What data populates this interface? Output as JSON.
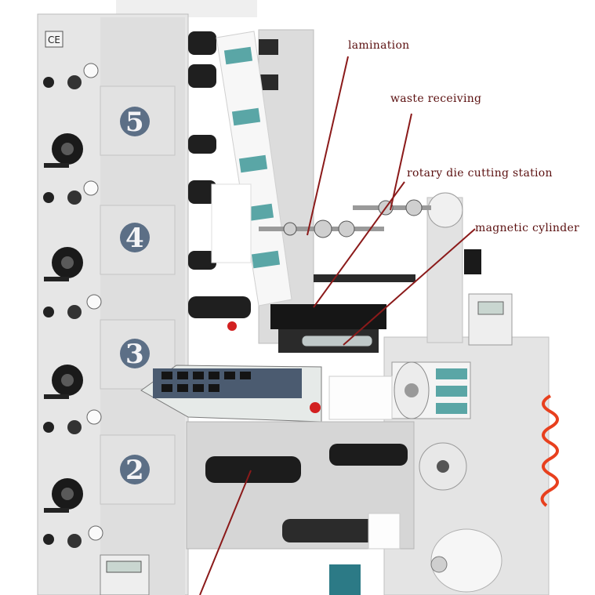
{
  "annotations": {
    "lamination": "lamination",
    "waste_receiving": "waste receiving",
    "rotary_die_cutting_station": "rotary die cutting station",
    "magnetic_cylinder": "magnetic cylinder"
  },
  "units": [
    "5",
    "4",
    "3",
    "2"
  ],
  "ce_mark": "CE",
  "colors": {
    "frame": "#e6e6e6",
    "callout_line": "#8b1a1a",
    "label_text": "#5a0f0f",
    "unit_badge": "#5c6f86",
    "label_web": "#5aa6a6",
    "spring_hose": "#e8401e"
  }
}
